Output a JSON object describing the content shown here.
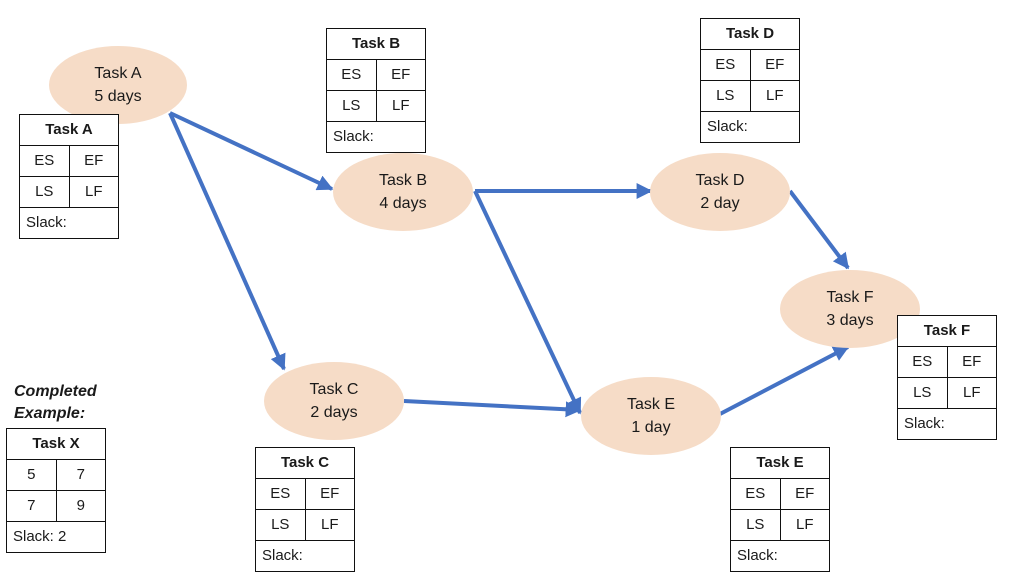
{
  "nodes": {
    "a": {
      "name": "Task A",
      "duration": "5 days"
    },
    "b": {
      "name": "Task B",
      "duration": "4 days"
    },
    "c": {
      "name": "Task C",
      "duration": "2 days"
    },
    "d": {
      "name": "Task D",
      "duration": "2 day"
    },
    "e": {
      "name": "Task E",
      "duration": "1 day"
    },
    "f": {
      "name": "Task F",
      "duration": "3 days"
    }
  },
  "tables": {
    "a": {
      "title": "Task A",
      "es": "ES",
      "ef": "EF",
      "ls": "LS",
      "lf": "LF",
      "slack": "Slack:"
    },
    "b": {
      "title": "Task B",
      "es": "ES",
      "ef": "EF",
      "ls": "LS",
      "lf": "LF",
      "slack": "Slack:"
    },
    "c": {
      "title": "Task C",
      "es": "ES",
      "ef": "EF",
      "ls": "LS",
      "lf": "LF",
      "slack": "Slack:"
    },
    "d": {
      "title": "Task D",
      "es": "ES",
      "ef": "EF",
      "ls": "LS",
      "lf": "LF",
      "slack": "Slack:"
    },
    "e": {
      "title": "Task E",
      "es": "ES",
      "ef": "EF",
      "ls": "LS",
      "lf": "LF",
      "slack": "Slack:"
    },
    "f": {
      "title": "Task F",
      "es": "ES",
      "ef": "EF",
      "ls": "LS",
      "lf": "LF",
      "slack": "Slack:"
    },
    "x": {
      "title": "Task X",
      "es": "5",
      "ef": "7",
      "ls": "7",
      "lf": "9",
      "slack": "Slack: 2"
    }
  },
  "example": {
    "line1": "Completed",
    "line2": "Example:"
  },
  "colors": {
    "arrow": "#4472c4",
    "node_fill": "#f6dcc7"
  }
}
